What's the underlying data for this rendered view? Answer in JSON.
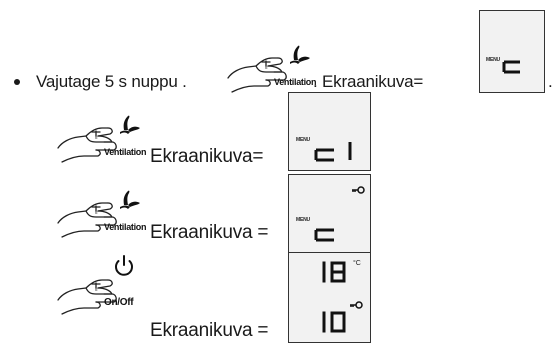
{
  "instruction": {
    "text_before": "Vajutage 5 s nuppu .",
    "text_after": ". Ekraanikuva=",
    "trailing": "."
  },
  "steps": [
    {
      "button_label": "Ventilation",
      "result_label": "Ekraanikuva=",
      "lcd_menu": "MENU",
      "lcd_text": "c 1"
    },
    {
      "button_label": "Ventilation",
      "result_label": "Ekraanikuva =",
      "lcd_menu": "MENU",
      "lcd_text": "c"
    },
    {
      "button_label": "On/Off",
      "result_label": "Ekraanikuva =",
      "lcd_top": "18",
      "lcd_top_unit": "°C",
      "lcd_bottom": "10"
    }
  ],
  "initial_screen": {
    "lcd_menu": "MENU",
    "lcd_text": "c"
  },
  "icons": {
    "fan": "fan-icon",
    "power": "power-icon",
    "key": "key-icon",
    "hand": "pressing-hand-icon"
  }
}
